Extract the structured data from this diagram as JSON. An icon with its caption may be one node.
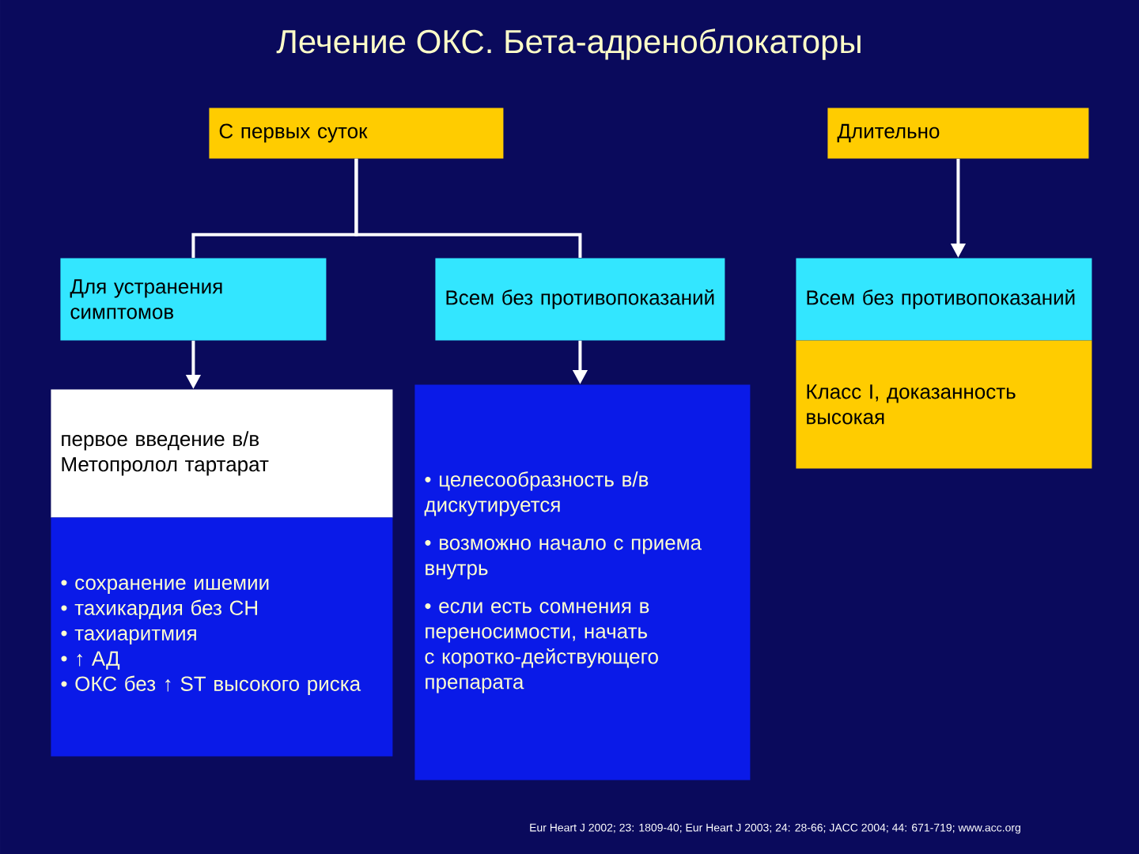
{
  "diagram": {
    "title": "Лечение ОКС. Бета-адреноблокаторы",
    "nodes": [
      {
        "text": [
          "С первых суток"
        ]
      },
      {
        "text": [
          "Длительно"
        ]
      },
      {
        "text": [
          "Для устранения симптомов"
        ]
      },
      {
        "text": [
          "Всем без противопоказаний"
        ]
      },
      {
        "text": [
          "Всем без противопоказаний"
        ]
      },
      {
        "text": [
          "Класс I, доказанность высокая"
        ]
      },
      {
        "text": [
          "первое введение в/в Метопролол тартарат"
        ]
      },
      {
        "text": [
          "• сохранение ишемии",
          "• тахикардия без СН",
          "• тахиаритмия",
          "• ↑ АД",
          "• ОКС без ↑ ST высокого риска"
        ]
      },
      {
        "text": [
          "• целесообразность в/в дискутируется",
          "• возможно начало с приема внутрь",
          "• если есть сомнения в переносимости, начать с коротко-действующего препарата"
        ]
      }
    ],
    "edges": [
      {
        "from": 0,
        "to": 2,
        "arrow": "none"
      },
      {
        "from": 0,
        "to": 3,
        "arrow": "none"
      },
      {
        "from": 1,
        "to": 4,
        "arrow": "to"
      },
      {
        "from": 2,
        "to": 6,
        "arrow": "to"
      },
      {
        "from": 3,
        "to": 8,
        "arrow": "to"
      }
    ],
    "labels": [
      "Eur Heart J 2002; 23: 1809-40;  Eur Heart J 2003; 24: 28-66; JACC 2004; 44: 671-719; www.acc.org"
    ]
  }
}
